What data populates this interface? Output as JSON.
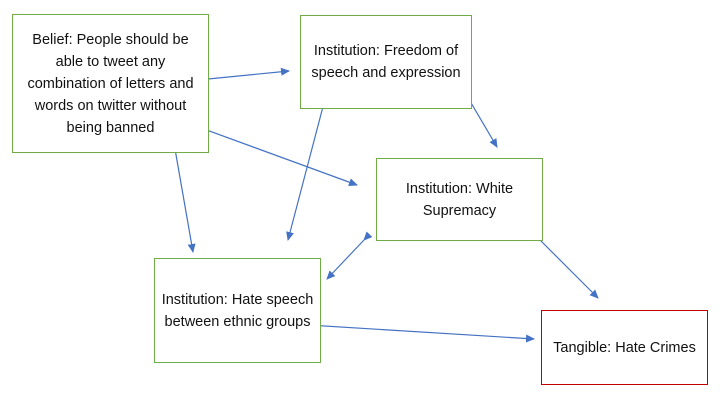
{
  "nodes": {
    "belief": {
      "text": "Belief: People should be able to tweet any combination of letters and words on twitter without being banned"
    },
    "freedom": {
      "text": "Institution: Freedom of speech and expression"
    },
    "white_supremacy": {
      "text": "Institution: White Supremacy"
    },
    "hate_speech": {
      "text": "Institution: Hate speech between ethnic groups"
    },
    "hate_crimes": {
      "text": "Tangible: Hate Crimes"
    }
  },
  "edges": [
    {
      "from": "belief",
      "to": "freedom"
    },
    {
      "from": "belief",
      "to": "white_supremacy"
    },
    {
      "from": "belief",
      "to": "hate_speech"
    },
    {
      "from": "freedom",
      "to": "white_supremacy"
    },
    {
      "from": "freedom",
      "to": "hate_speech"
    },
    {
      "from": "white_supremacy",
      "to": "hate_speech",
      "bidirectional": true
    },
    {
      "from": "white_supremacy",
      "to": "hate_crimes"
    },
    {
      "from": "hate_speech",
      "to": "hate_crimes"
    }
  ],
  "colors": {
    "institution_border": "#70ad47",
    "tangible_border": "#c00000",
    "arrow": "#4472c4"
  }
}
